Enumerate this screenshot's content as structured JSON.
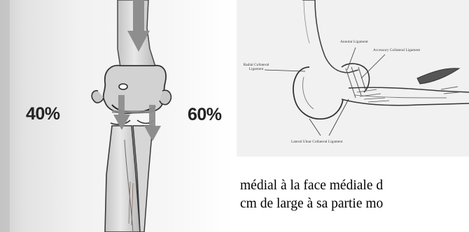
{
  "left_figure": {
    "label_left": "40%",
    "label_right": "60%"
  },
  "right_figure": {
    "labels": {
      "annular": "Annular Ligament",
      "accessory": "Accessory Collateral Ligament",
      "radial": "Radial Collateral Ligament",
      "lateral_ulnar": "Lateral Ulnar Collateral Ligament"
    }
  },
  "body": {
    "line1": "médial à la face médiale d",
    "line2": "cm de large à sa partie mo"
  },
  "colors": {
    "arrow": "#8e8e8e",
    "text": "#000000"
  }
}
